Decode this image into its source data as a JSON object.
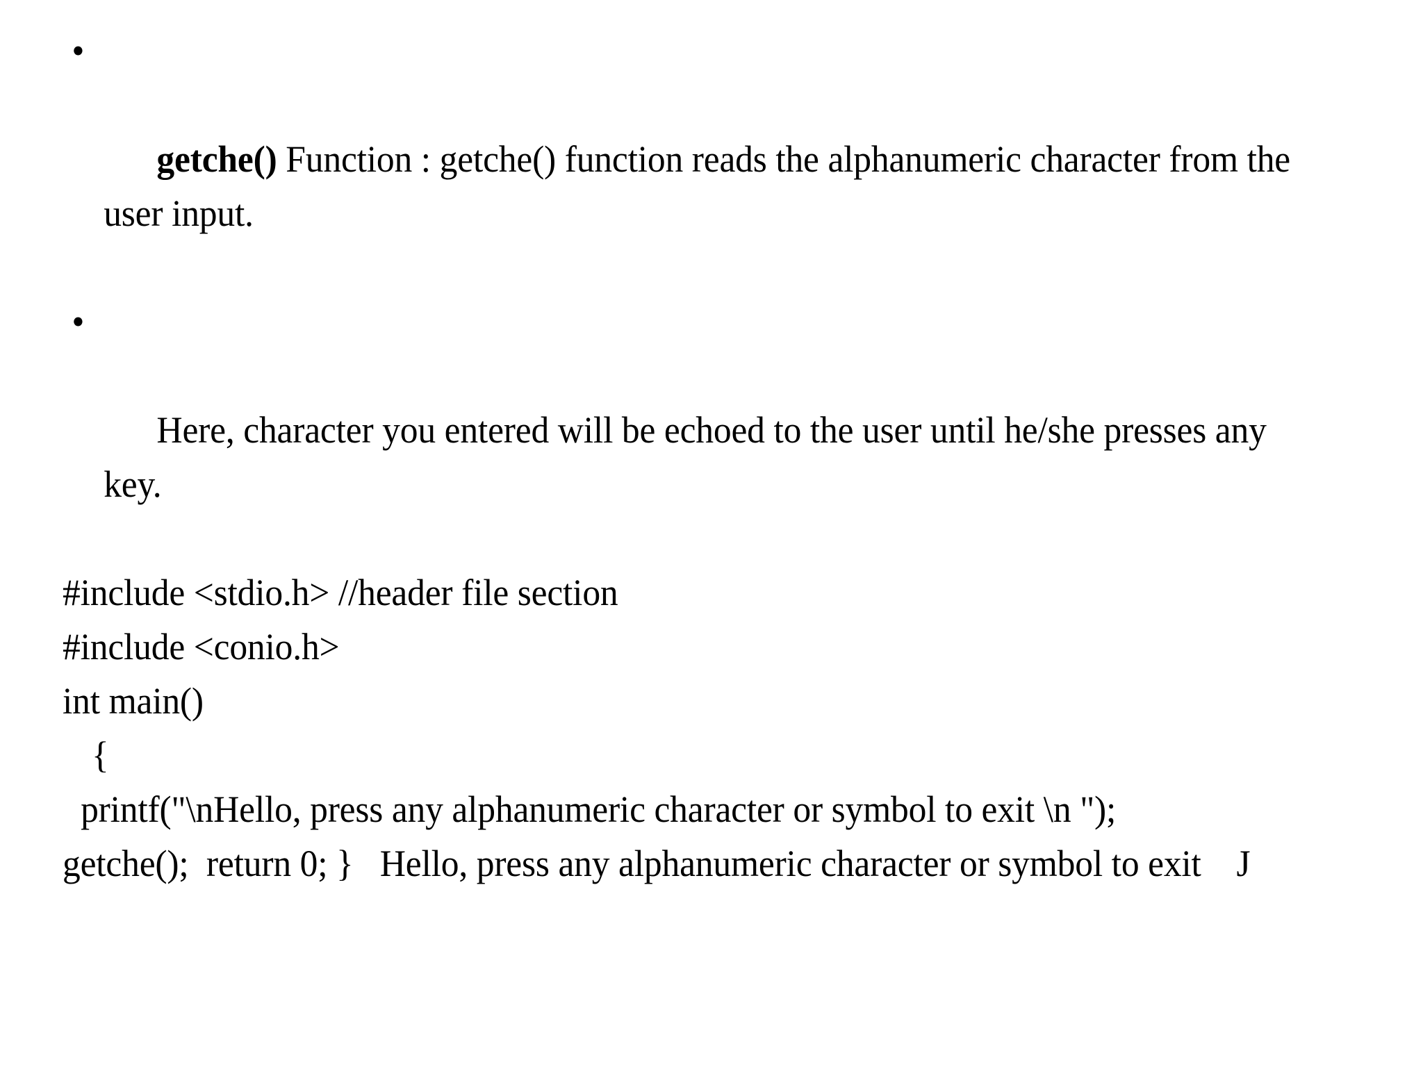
{
  "slide": {
    "background_color": "#ffffff",
    "text_color": "#000000",
    "bullet_glyph": "•",
    "bullets": [
      {
        "strong": "getche()",
        "rest": " Function : getche() function reads the alphanumeric character from the user input."
      },
      {
        "strong": "",
        "rest": "Here, character you entered will be echoed to the user until he/she presses any key."
      }
    ],
    "code_lines": [
      "#include <stdio.h> //header file section",
      "#include <conio.h>",
      "int main()",
      "{",
      " printf(\"\\nHello, press any alphanumeric character or symbol to exit \\n \");",
      "getche();  return 0; }   Hello, press any alphanumeric character or symbol to exit    J"
    ],
    "code_line_ids": [
      "include-stdio",
      "include-conio",
      "int-main",
      "open-brace",
      "printf-statement",
      "getche-return-output"
    ]
  }
}
